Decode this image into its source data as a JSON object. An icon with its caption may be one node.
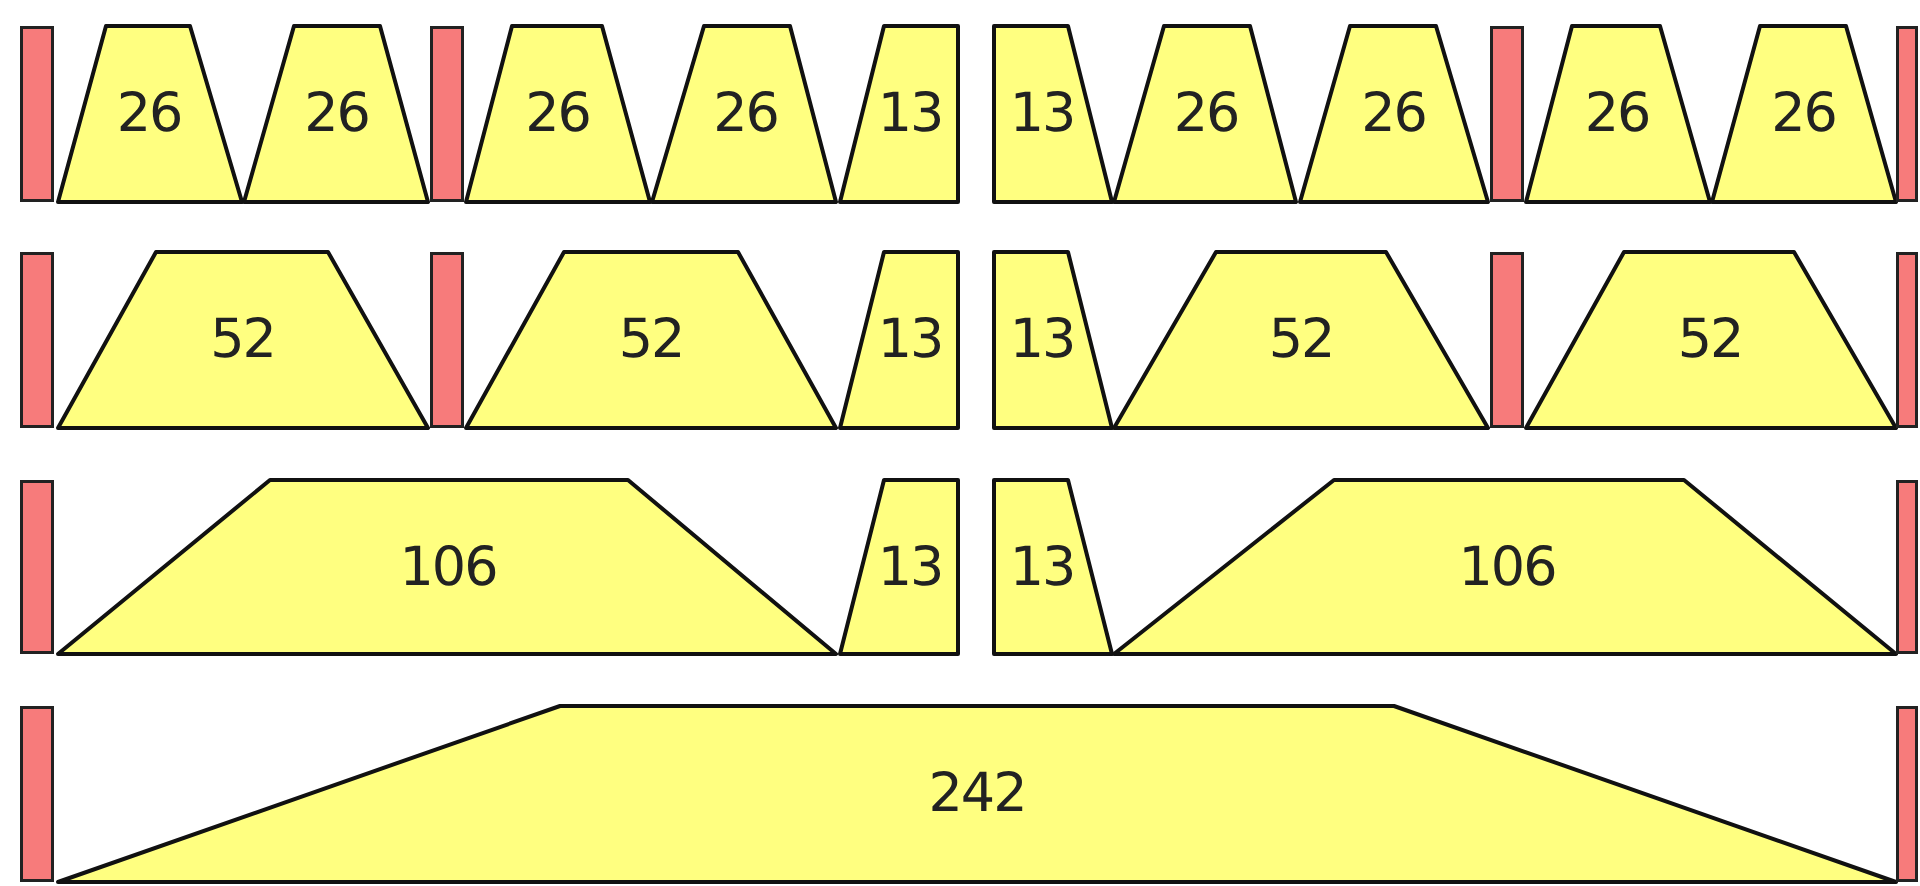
{
  "diagram": {
    "nodes": [
      {
        "text": [],
        "shape": "bar"
      },
      {
        "text": [
          "26"
        ]
      },
      {
        "text": [
          "26"
        ]
      },
      {
        "text": [],
        "shape": "bar"
      },
      {
        "text": [
          "26"
        ]
      },
      {
        "text": [
          "26"
        ]
      },
      {
        "text": [
          "13"
        ]
      },
      {
        "text": [
          "13"
        ]
      },
      {
        "text": [
          "26"
        ]
      },
      {
        "text": [
          "26"
        ]
      },
      {
        "text": [],
        "shape": "bar"
      },
      {
        "text": [
          "26"
        ]
      },
      {
        "text": [
          "26"
        ]
      },
      {
        "text": [],
        "shape": "bar"
      },
      {
        "text": [],
        "shape": "bar"
      },
      {
        "text": [
          "52"
        ]
      },
      {
        "text": [],
        "shape": "bar"
      },
      {
        "text": [
          "52"
        ]
      },
      {
        "text": [
          "13"
        ]
      },
      {
        "text": [
          "13"
        ]
      },
      {
        "text": [
          "52"
        ]
      },
      {
        "text": [],
        "shape": "bar"
      },
      {
        "text": [
          "52"
        ]
      },
      {
        "text": [],
        "shape": "bar"
      },
      {
        "text": [],
        "shape": "bar"
      },
      {
        "text": [
          "106"
        ]
      },
      {
        "text": [
          "13"
        ]
      },
      {
        "text": [
          "13"
        ]
      },
      {
        "text": [
          "106"
        ]
      },
      {
        "text": [],
        "shape": "bar"
      },
      {
        "text": [],
        "shape": "bar"
      },
      {
        "text": [
          "242"
        ]
      },
      {
        "text": [],
        "shape": "bar"
      }
    ]
  }
}
